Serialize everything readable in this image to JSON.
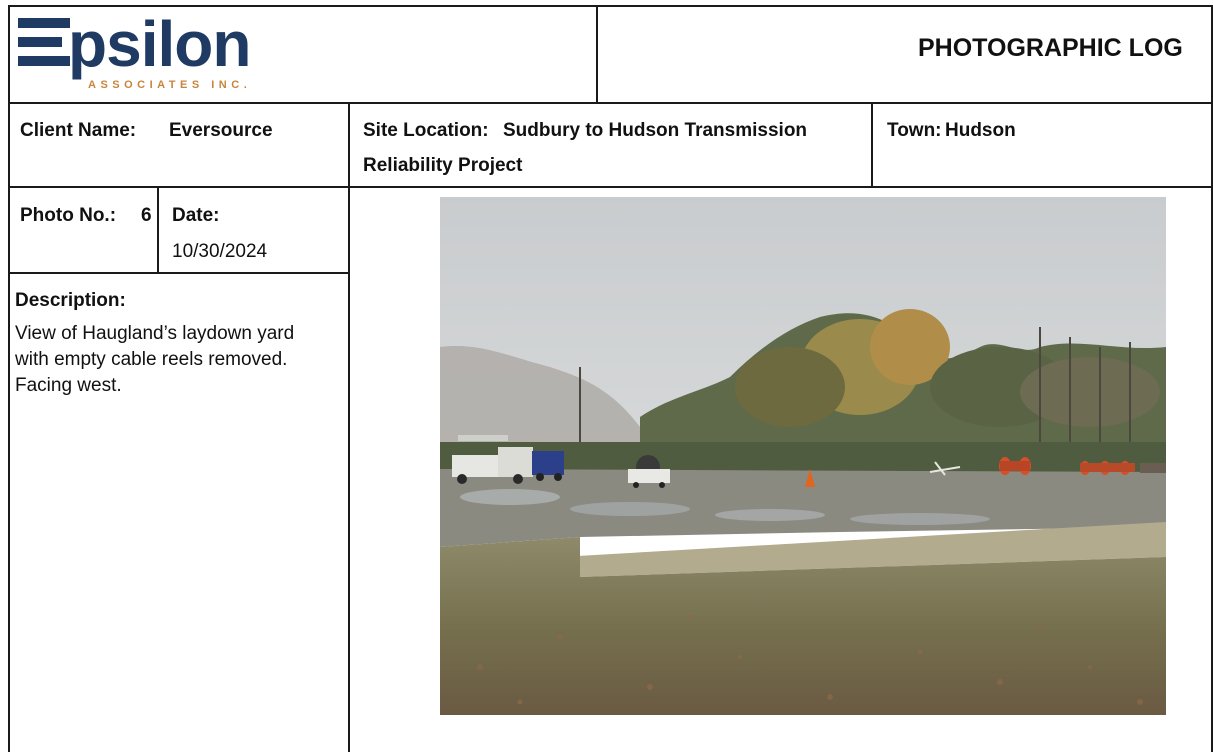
{
  "header": {
    "logo_word": "Epsilon",
    "logo_sub": "ASSOCIATES INC.",
    "title": "PHOTOGRAPHIC LOG",
    "brand_color": "#1f3a63",
    "accent_color": "#c8843c"
  },
  "info": {
    "client_label": "Client Name:",
    "client_value": "Eversource",
    "site_label": "Site Location:",
    "site_value_line1": "Sudbury to Hudson Transmission",
    "site_value_line2": "Reliability Project",
    "town_label": "Town:",
    "town_value": "Hudson"
  },
  "photo_meta": {
    "number_label": "Photo No.:",
    "number_value": "6",
    "date_label": "Date:",
    "date_value": "10/30/2024",
    "description_label": "Description:",
    "description_lines": [
      "View of Haugland’s laydown yard",
      "with empty cable reels removed.",
      "Facing west."
    ]
  }
}
